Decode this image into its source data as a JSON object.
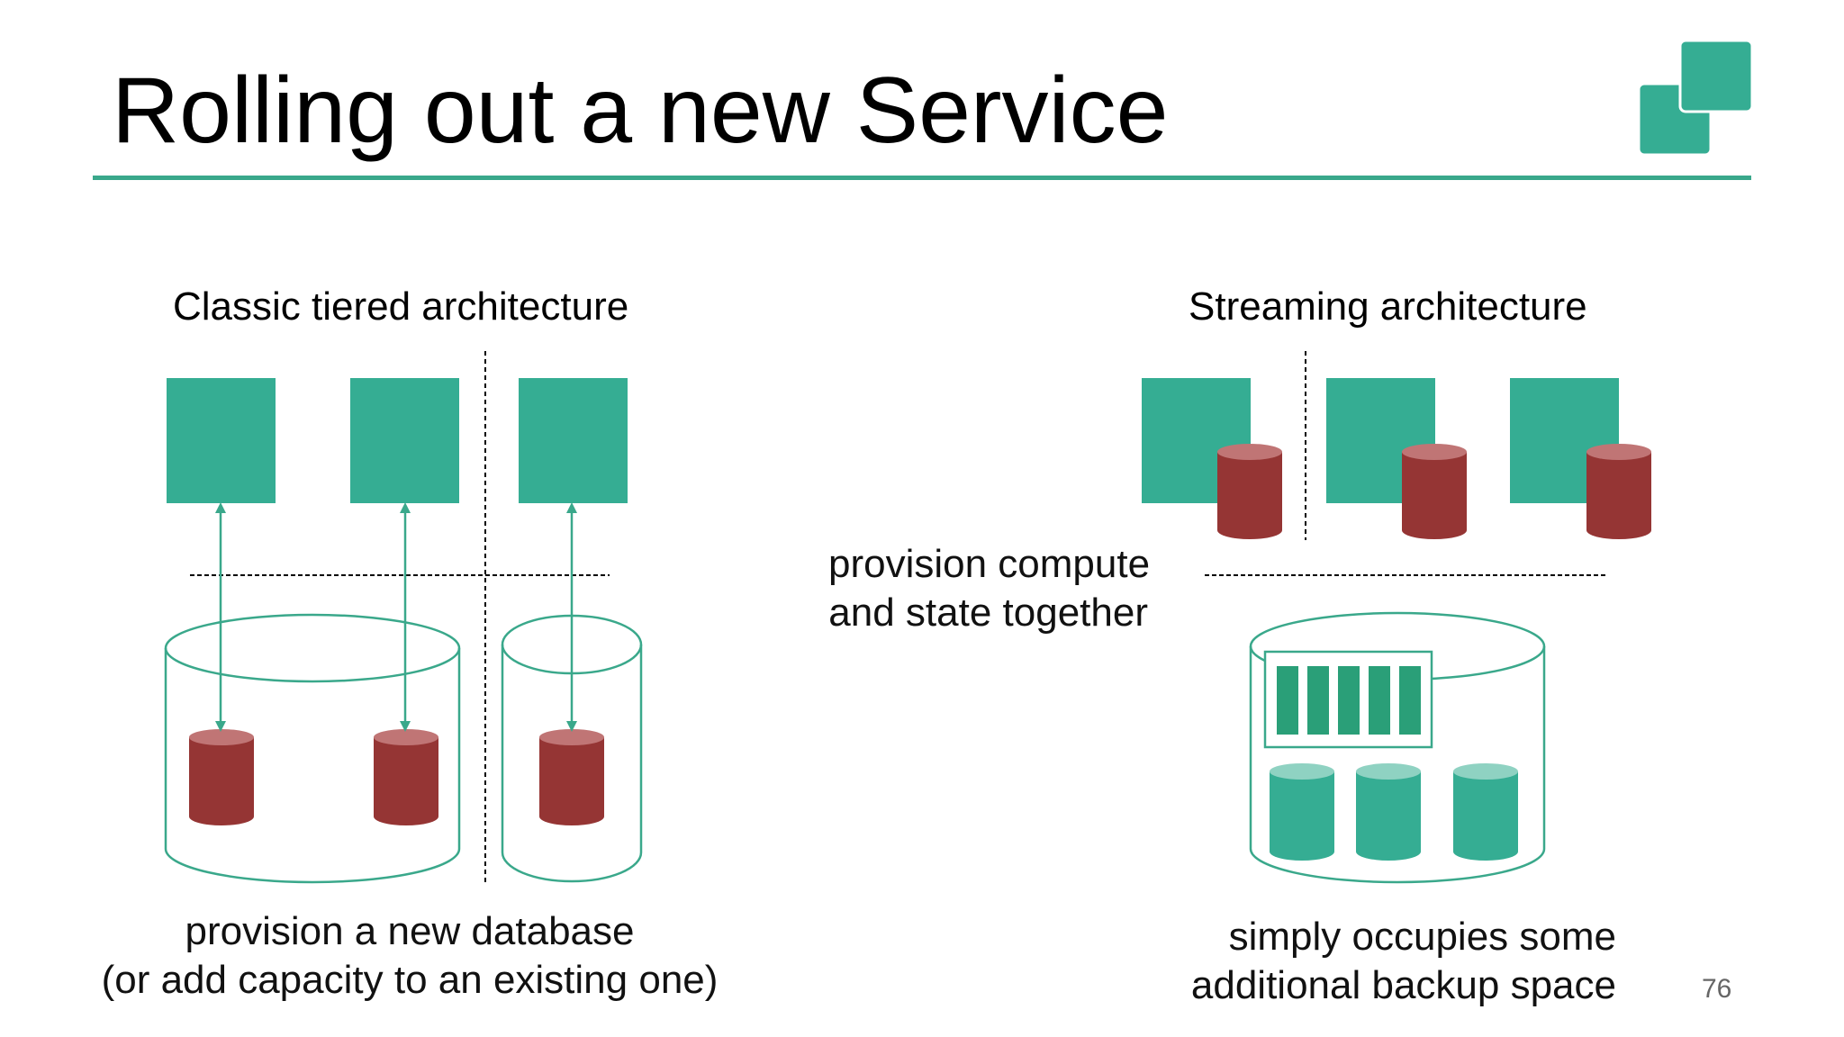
{
  "slide": {
    "title": "Rolling out a new Service",
    "page_number": "76"
  },
  "left": {
    "heading": "Classic tiered architecture",
    "caption_line1": "provision a new database",
    "caption_line2": "(or add capacity to an existing one)"
  },
  "right": {
    "heading": "Streaming architecture",
    "middle_caption_line1": "provision compute",
    "middle_caption_line2": "and state together",
    "caption_line1": "simply occupies some",
    "caption_line2": "additional backup space"
  },
  "colors": {
    "accent": "#3aa88b",
    "compute_box": "#35ad93",
    "db_red": "#953534",
    "db_red_top": "#c07575",
    "backup_green": "#35ad93",
    "backup_green_top": "#8fd2c2",
    "outline_green": "#3aa88b"
  },
  "icons": {
    "logo": "two-overlapping-squares-logo"
  }
}
